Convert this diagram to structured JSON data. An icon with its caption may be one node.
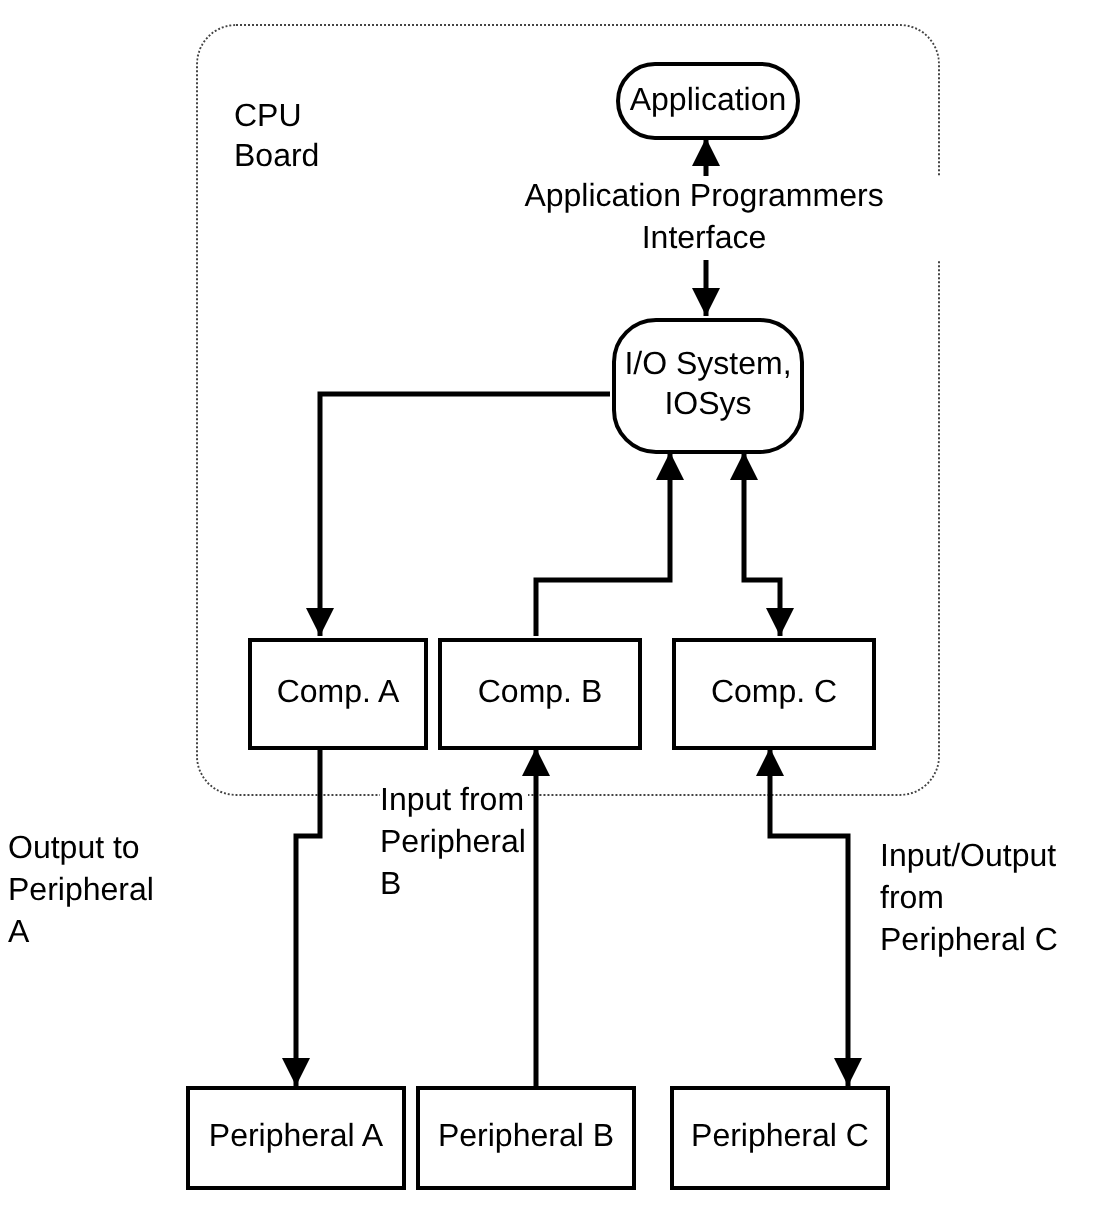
{
  "diagram": {
    "nodes": [
      {
        "text": [
          "CPU Board"
        ]
      },
      {
        "text": [
          "Application"
        ],
        "in": 0
      },
      {
        "text": [
          "I/O System, IOSys"
        ],
        "in": 0
      },
      {
        "text": [
          "Comp. A"
        ],
        "in": 0
      },
      {
        "text": [
          "Comp. B"
        ],
        "in": 0
      },
      {
        "text": [
          "Comp. C"
        ],
        "in": 0
      },
      {
        "text": [
          "Peripheral A"
        ]
      },
      {
        "text": [
          "Peripheral B"
        ]
      },
      {
        "text": [
          "Peripheral C"
        ]
      }
    ],
    "edges": [
      {
        "from": 1,
        "to": 2,
        "arrow": "both",
        "label": "Application Programmers Interface"
      },
      {
        "from": 2,
        "to": 3,
        "arrow": "to"
      },
      {
        "from": 4,
        "to": 2,
        "arrow": "to"
      },
      {
        "from": 2,
        "to": 5,
        "arrow": "both"
      },
      {
        "from": 3,
        "to": 6,
        "arrow": "to",
        "label": "Output to Peripheral A"
      },
      {
        "from": 7,
        "to": 4,
        "arrow": "to",
        "label": "Input from Peripheral B"
      },
      {
        "from": 5,
        "to": 8,
        "arrow": "both",
        "label": "Input/Output from Peripheral C"
      }
    ]
  }
}
